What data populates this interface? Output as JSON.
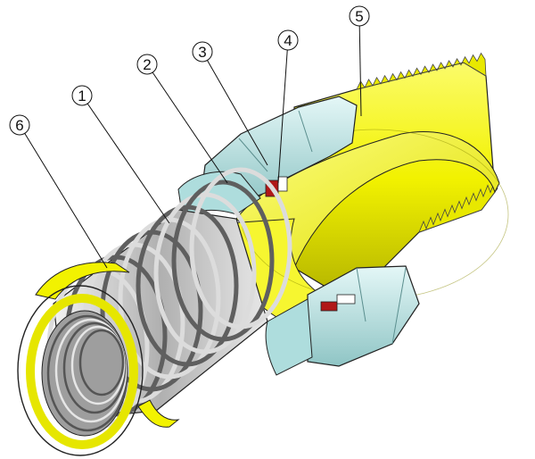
{
  "callouts": [
    {
      "id": "c1",
      "label": "1"
    },
    {
      "id": "c2",
      "label": "2"
    },
    {
      "id": "c3",
      "label": "3"
    },
    {
      "id": "c4",
      "label": "4"
    },
    {
      "id": "c5",
      "label": "5"
    },
    {
      "id": "c6",
      "label": "6"
    }
  ],
  "colors": {
    "brass": "#f2f200",
    "brass_shade": "#b8b800",
    "brass_dark": "#6e6e00",
    "nut": "#bfe6e6",
    "nut_shade": "#7fb3b3",
    "hose": "#c8c8c8",
    "hose_dark": "#6f6f6f",
    "seal": "#b01818",
    "outline": "#222222"
  }
}
